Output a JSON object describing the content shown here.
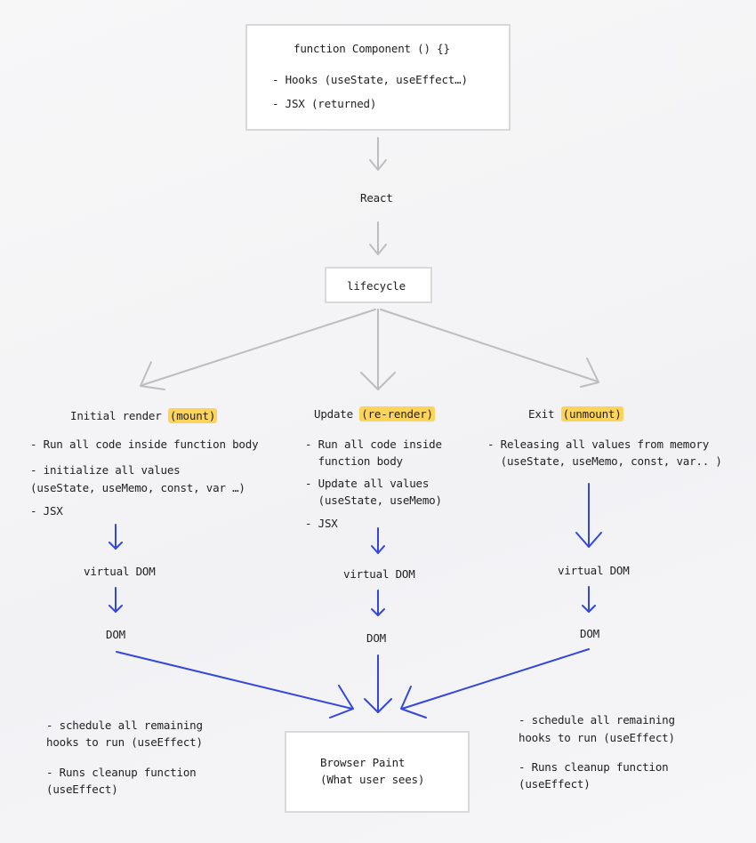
{
  "component": {
    "title": "function Component () {}",
    "line1": "- Hooks (useState, useEffect…)",
    "line2": "- JSX (returned)"
  },
  "react_label": "React",
  "lifecycle_label": "lifecycle",
  "mount": {
    "heading": "Initial render ",
    "tag": "(mount)",
    "l1": "- Run all code inside function body",
    "l2": "- initialize all values",
    "l3": "(useState, useMemo, const, var …)",
    "l4": "- JSX",
    "vdom": "virtual DOM",
    "dom": "DOM"
  },
  "update": {
    "heading": "Update ",
    "tag": "(re-render)",
    "l1": "- Run all code inside",
    "l2": "  function body",
    "l3": "- Update all values",
    "l4": "  (useState, useMemo)",
    "l5": "- JSX",
    "vdom": "virtual DOM",
    "dom": "DOM"
  },
  "exit": {
    "heading": "Exit ",
    "tag": "(unmount)",
    "l1": "- Releasing all values from memory",
    "l2": "  (useState, useMemo, const, var.. )",
    "vdom": "virtual DOM",
    "dom": "DOM"
  },
  "paint": {
    "l1": "Browser Paint",
    "l2": "(What user sees)"
  },
  "left_notes": {
    "l1": "- schedule all remaining",
    "l2": "hooks to run (useEffect)",
    "l3": "- Runs cleanup function",
    "l4": "(useEffect)"
  },
  "right_notes": {
    "l1": "- schedule all remaining",
    "l2": "hooks to run (useEffect)",
    "l3": "- Runs cleanup function",
    "l4": "(useEffect)"
  },
  "colors": {
    "gray_arrow": "#bdbdbd",
    "blue_arrow": "#3346e0",
    "highlight": "#fcd45a"
  }
}
